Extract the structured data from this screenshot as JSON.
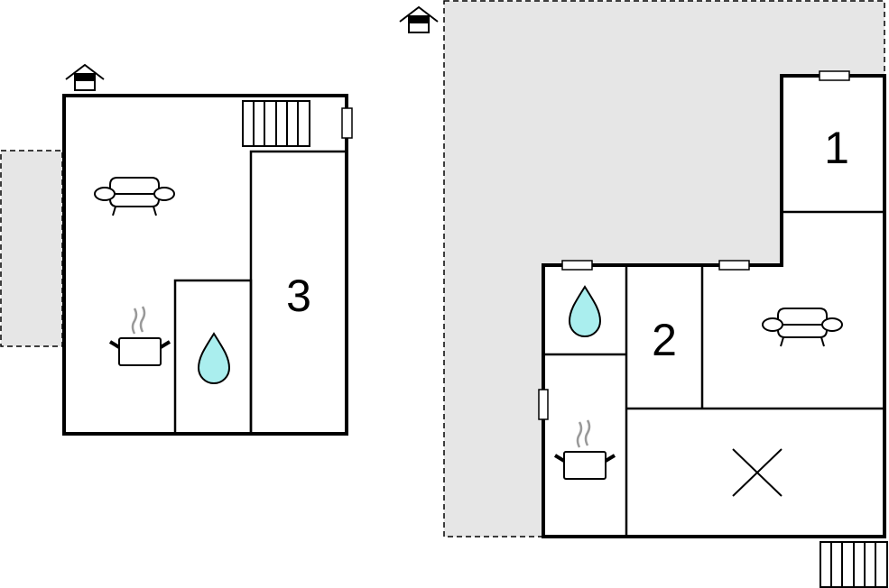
{
  "colors": {
    "wall": "#000000",
    "terrace": "#e6e6e6",
    "water": "#aaeeee",
    "steam": "#999999"
  },
  "floor_left": {
    "room_labels": [
      "3"
    ],
    "icons": [
      "entrance-icon",
      "stairs-icon",
      "window-icon",
      "sofa-icon",
      "cooking-pot-icon",
      "water-drop-icon"
    ]
  },
  "floor_right": {
    "room_labels": [
      "1",
      "2"
    ],
    "icons": [
      "entrance-icon",
      "window-icon",
      "sofa-icon",
      "cooking-pot-icon",
      "water-drop-icon",
      "cross-icon",
      "stairs-icon"
    ]
  }
}
